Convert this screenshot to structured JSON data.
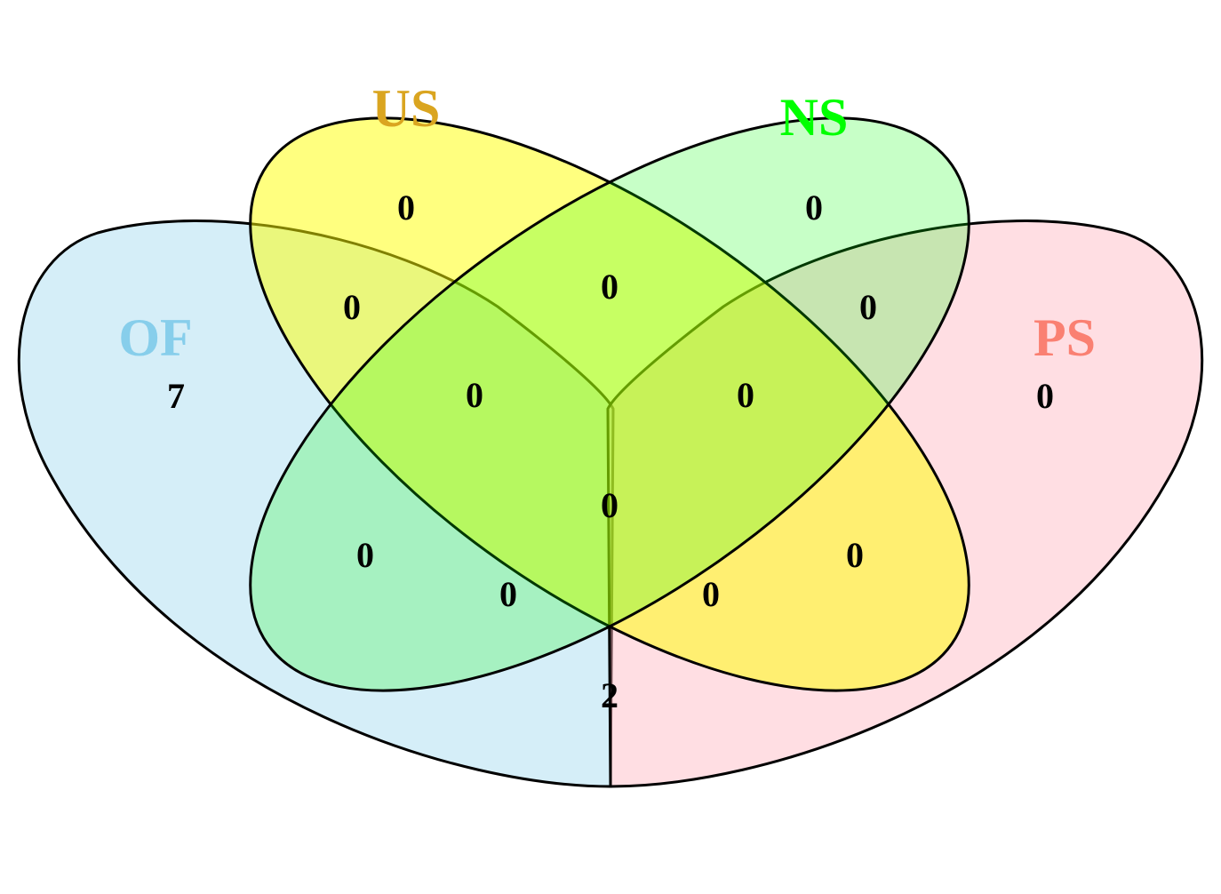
{
  "venn": {
    "sets": [
      {
        "key": "of",
        "label": "OF",
        "fill": "#87CEEB",
        "label_color": "#87CEEB",
        "opacity": 0.35
      },
      {
        "key": "us",
        "label": "US",
        "fill": "#FFFF00",
        "label_color": "#DAA520",
        "opacity": 0.5
      },
      {
        "key": "ns",
        "label": "NS",
        "fill": "#00FF00",
        "label_color": "#00FF00",
        "opacity": 0.22
      },
      {
        "key": "ps",
        "label": "PS",
        "fill": "#FFB6C1",
        "label_color": "#FA8072",
        "opacity": 0.45
      }
    ],
    "regions": {
      "of_only": "7",
      "us_only": "0",
      "ns_only": "0",
      "ps_only": "0",
      "of_us": "0",
      "us_ns": "0",
      "ns_ps": "0",
      "of_ns": "0",
      "us_ps": "0",
      "of_us_ns": "0",
      "us_ns_ps": "0",
      "of_us_ns_ps": "0",
      "of_ns_ps": "0",
      "of_us_ps": "0",
      "of_ps": "2"
    }
  }
}
